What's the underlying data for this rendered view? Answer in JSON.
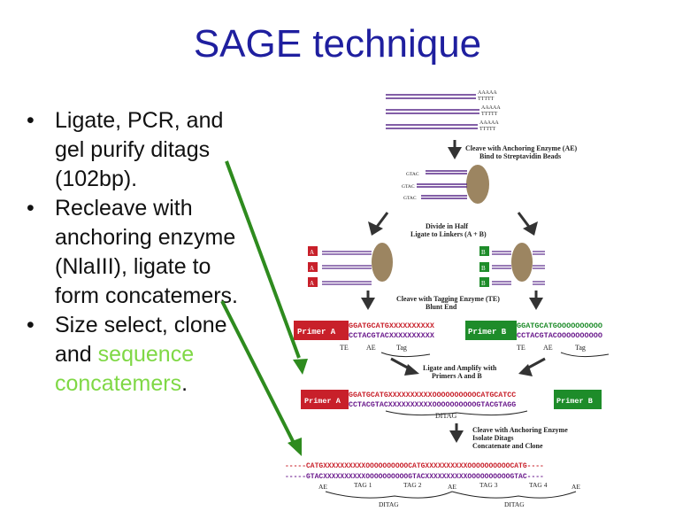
{
  "title": "SAGE technique",
  "bullets": [
    {
      "text": "Ligate, PCR, and gel purify ditags (102bp).",
      "highlight": ""
    },
    {
      "text": "Recleave with anchoring enzyme (NlaIII), ligate to form concatemers.",
      "highlight": ""
    },
    {
      "text": "Size select, clone and ",
      "highlight": "sequence concatemers",
      "tail": "."
    }
  ],
  "colors": {
    "title": "#1f1f9f",
    "highlight": "#7fd845",
    "arrow": "#2e8b1e",
    "primerA": "#c8202a",
    "primerB": "#1e8c2a",
    "purple": "#6a1a8c",
    "bead": "#9c8561"
  },
  "figure": {
    "mrna_polyA": "AAAAA",
    "mrna_polyT": "TTTTT",
    "step1": "Cleave with Anchoring Enzyme (AE)",
    "step1b": "Bind to Streptavidin Beads",
    "gtac": "GTAC",
    "catg": "CATG",
    "step2": "Divide in Half",
    "step2b": "Ligate to Linkers (A + B)",
    "linkerA": "A",
    "linkerB": "B",
    "step3": "Cleave with Tagging Enzyme (TE)",
    "step3b": "Blunt End",
    "primerA": "Primer A",
    "primerB": "Primer B",
    "seqA_top": "GGATGCATGXXXXXXXXXX",
    "seqA_bot": "CCTACGTACXXXXXXXXXX",
    "seqB_top": "GGATGCATGOOOOOOOOOO",
    "seqB_bot": "CCTACGTACOOOOOOOOOO",
    "lbl_te": "TE",
    "lbl_ae": "AE",
    "lbl_tag": "Tag",
    "step4": "Ligate and Amplify with",
    "step4b": "Primers A and B",
    "ditag_top": "GGATGCATGXXXXXXXXXXOOOOOOOOOOCATGCATCC",
    "ditag_bot": "CCTACGTACXXXXXXXXXXOOOOOOOOOOGTACGTAGG",
    "lbl_ditag": "DITAG",
    "step5": "Cleave with Anchoring Enzyme",
    "step5b": "Isolate Ditags",
    "step5c": "Concatenate and Clone",
    "concat_top": "-----CATGXXXXXXXXXXOOOOOOOOOOCATGXXXXXXXXXXOOOOOOOOOOCATG----",
    "concat_bot": "-----GTACXXXXXXXXXXOOOOOOOOOOGTACXXXXXXXXXXOOOOOOOOOOGTAC----",
    "lbl_tag1": "TAG 1",
    "lbl_tag2": "TAG 2",
    "lbl_tag3": "TAG 3",
    "lbl_tag4": "TAG 4"
  }
}
